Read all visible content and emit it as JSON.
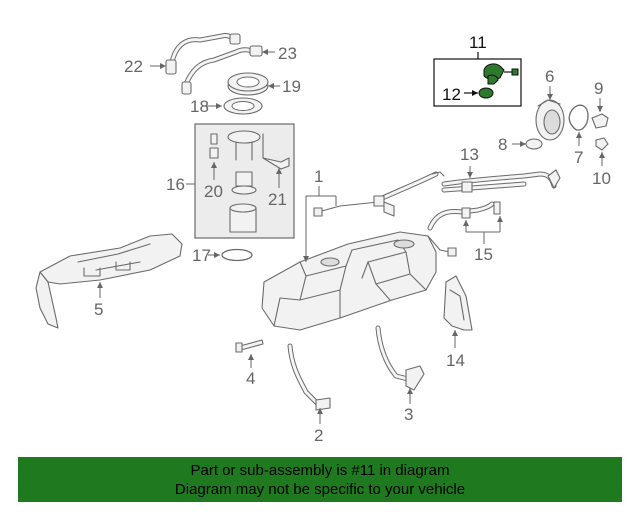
{
  "callouts": {
    "c1": "1",
    "c2": "2",
    "c3": "3",
    "c4": "4",
    "c5": "5",
    "c6": "6",
    "c7": "7",
    "c8": "8",
    "c9": "9",
    "c10": "10",
    "c11": "11",
    "c12": "12",
    "c13": "13",
    "c14": "14",
    "c15": "15",
    "c16": "16",
    "c17": "17",
    "c18": "18",
    "c19": "19",
    "c20": "20",
    "c21": "21",
    "c22": "22",
    "c23": "23"
  },
  "banner": {
    "line1": "Part or sub-assembly is #11 in diagram",
    "line2": "Diagram may not be specific to your vehicle"
  },
  "colors": {
    "banner_bg": "#1f7a1f",
    "highlight_part": "#2c7a2c",
    "line_art": "#6b6b6b"
  }
}
